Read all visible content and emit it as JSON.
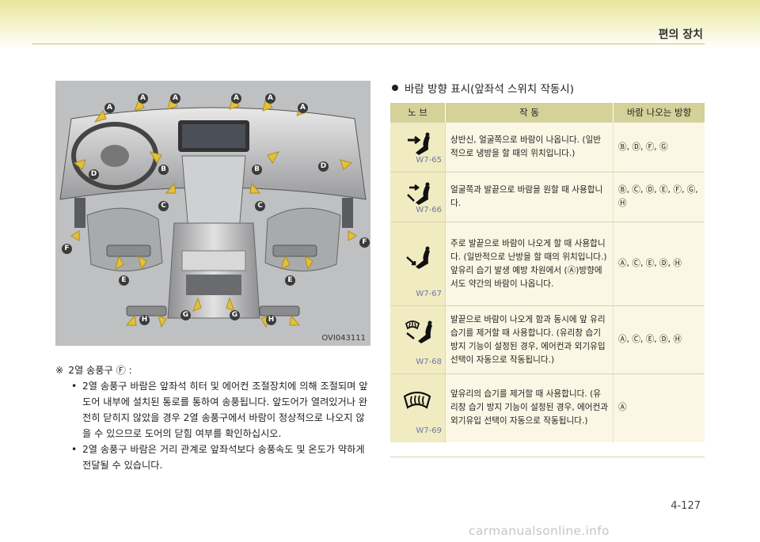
{
  "header": {
    "section_title": "편의 장치"
  },
  "figure": {
    "code": "OVI043111",
    "labels": [
      "A",
      "A",
      "A",
      "A",
      "A",
      "A",
      "B",
      "B",
      "C",
      "C",
      "D",
      "D",
      "E",
      "E",
      "F",
      "F",
      "G",
      "G",
      "H",
      "H"
    ]
  },
  "note": {
    "title_mark": "※",
    "title": "2열 송풍구 Ⓕ :",
    "bullets": [
      "2열 송풍구 바람은 앞좌석 히터 및 에어컨 조절장치에 의해 조절되며 앞도어 내부에 설치된 통로를 통하여 송풍됩니다. 앞도어가 열려있거나 완전히 닫히지 않았을 경우 2열 송풍구에서 바람이 정상적으로 나오지 않을 수 있으므로 도어의 닫힘 여부를 확인하십시오.",
      "2열 송풍구 바람은 거리 관계로 앞좌석보다 송풍속도 및 온도가 약하게 전달될 수 있습니다."
    ]
  },
  "mode_table": {
    "title": "바람 방향 표시(앞좌석 스위치 작동시)",
    "headers": [
      "노  브",
      "작  동",
      "바람 나오는 방향"
    ],
    "rows": [
      {
        "icon": "face-mode-icon",
        "code": "W7-65",
        "desc": "상반신, 얼굴쪽으로 바람이 나옵니다. (일반적으로 냉방을 할 때의 위치입니다.)",
        "direction": "Ⓑ, Ⓓ, Ⓕ, Ⓖ"
      },
      {
        "icon": "bilevel-mode-icon",
        "code": "W7-66",
        "desc": "얼굴쪽과 발끝으로 바람을 원할 때 사용합니다.",
        "direction": "Ⓑ, Ⓒ, Ⓓ, Ⓔ, Ⓕ, Ⓖ, Ⓗ"
      },
      {
        "icon": "floor-mode-icon",
        "code": "W7-67",
        "desc": "주로 발끝으로 바람이 나오게 할 때 사용합니다. (일반적으로 난방을 할 때의 위치입니다.) 앞유리 습기 발생 예방 차원에서 (Ⓐ)방향에서도 약간의 바람이 나옵니다.",
        "direction": "Ⓐ, Ⓒ, Ⓔ, Ⓓ, Ⓗ"
      },
      {
        "icon": "floor-defrost-mode-icon",
        "code": "W7-68",
        "desc": "발끝으로 바람이 나오게 함과 동시에 앞 유리 습기를 제거할 때 사용합니다. (유리창 습기 방지 기능이 설정된 경우, 에어컨과 외기유입 선택이 자동으로 작동됩니다.)",
        "direction": "Ⓐ, Ⓒ, Ⓔ, Ⓓ, Ⓗ"
      },
      {
        "icon": "defrost-mode-icon",
        "code": "W7-69",
        "desc": "앞유리의 습기를 제거할 때 사용합니다. (유리창 습기 방지 기능이 설정된 경우, 에어컨과 외기유입 선택이 자동으로 작동됩니다.)",
        "direction": "Ⓐ"
      }
    ]
  },
  "page_number": "4-127",
  "watermark": "carmanualsonline.info"
}
